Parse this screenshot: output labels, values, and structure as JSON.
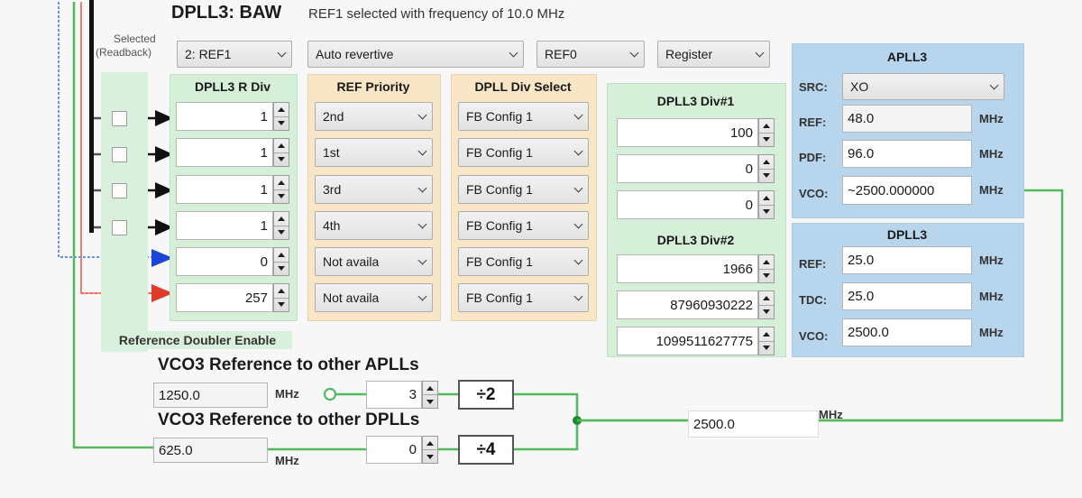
{
  "header": {
    "title": "DPLL3: BAW",
    "status": "REF1 selected with frequency of 10.0 MHz",
    "selected_label_line1": "Selected",
    "selected_label_line2": "(Readback)"
  },
  "top_combos": [
    {
      "name": "selected-readback",
      "value": "2: REF1"
    },
    {
      "name": "revertive-mode",
      "value": "Auto revertive"
    },
    {
      "name": "ref-select",
      "value": "REF0"
    },
    {
      "name": "control-source",
      "value": "Register"
    }
  ],
  "r_div": {
    "header": "DPLL3 R Div",
    "values": [
      "1",
      "1",
      "1",
      "1",
      "0",
      "257"
    ],
    "doubler_label": "Reference Doubler Enable",
    "checkbox_count": 4
  },
  "ref_priority": {
    "header": "REF Priority",
    "values": [
      "2nd",
      "1st",
      "3rd",
      "4th",
      "Not availa",
      "Not availa"
    ]
  },
  "dpll_div_select": {
    "header": "DPLL Div Select",
    "values": [
      "FB Config 1",
      "FB Config 1",
      "FB Config 1",
      "FB Config 1",
      "FB Config 1",
      "FB Config 1"
    ]
  },
  "dpll3_div1": {
    "header": "DPLL3 Div#1",
    "values": [
      "100",
      "0",
      "0"
    ]
  },
  "dpll3_div2": {
    "header": "DPLL3 Div#2",
    "values": [
      "1966",
      "87960930222",
      "1099511627775"
    ]
  },
  "apll3": {
    "header": "APLL3",
    "src_label": "SRC:",
    "src_value": "XO",
    "rows": [
      {
        "label": "REF:",
        "value": "48.0",
        "unit": "MHz",
        "readonly": true
      },
      {
        "label": "PDF:",
        "value": "96.0",
        "unit": "MHz",
        "readonly": false
      },
      {
        "label": "VCO:",
        "value": "~2500.000000",
        "unit": "MHz",
        "readonly": false
      }
    ]
  },
  "dpll3": {
    "header": "DPLL3",
    "rows": [
      {
        "label": "REF:",
        "value": "25.0",
        "unit": "MHz"
      },
      {
        "label": "TDC:",
        "value": "25.0",
        "unit": "MHz"
      },
      {
        "label": "VCO:",
        "value": "2500.0",
        "unit": "MHz"
      }
    ]
  },
  "vco3_apll": {
    "title": "VCO3 Reference to other APLLs",
    "freq": "1250.0",
    "unit": "MHz",
    "divider_value": "3",
    "divbox": "÷2"
  },
  "vco3_dpll": {
    "title": "VCO3 Reference to other DPLLs",
    "freq": "625.0",
    "unit": "MHz",
    "divider_value": "0",
    "divbox": "÷4"
  },
  "vco_out": {
    "value": "2500.0",
    "unit": "MHz"
  },
  "colors": {
    "green_panel": "#d5efd9",
    "tan_panel": "#f8e6c6",
    "blue_panel": "#b7d5ec",
    "wire_green": "#54b85c",
    "wire_blue": "#1b44d8",
    "wire_red": "#e03a2a",
    "wire_black": "#111111",
    "page_bg": "#f7f7f7"
  }
}
